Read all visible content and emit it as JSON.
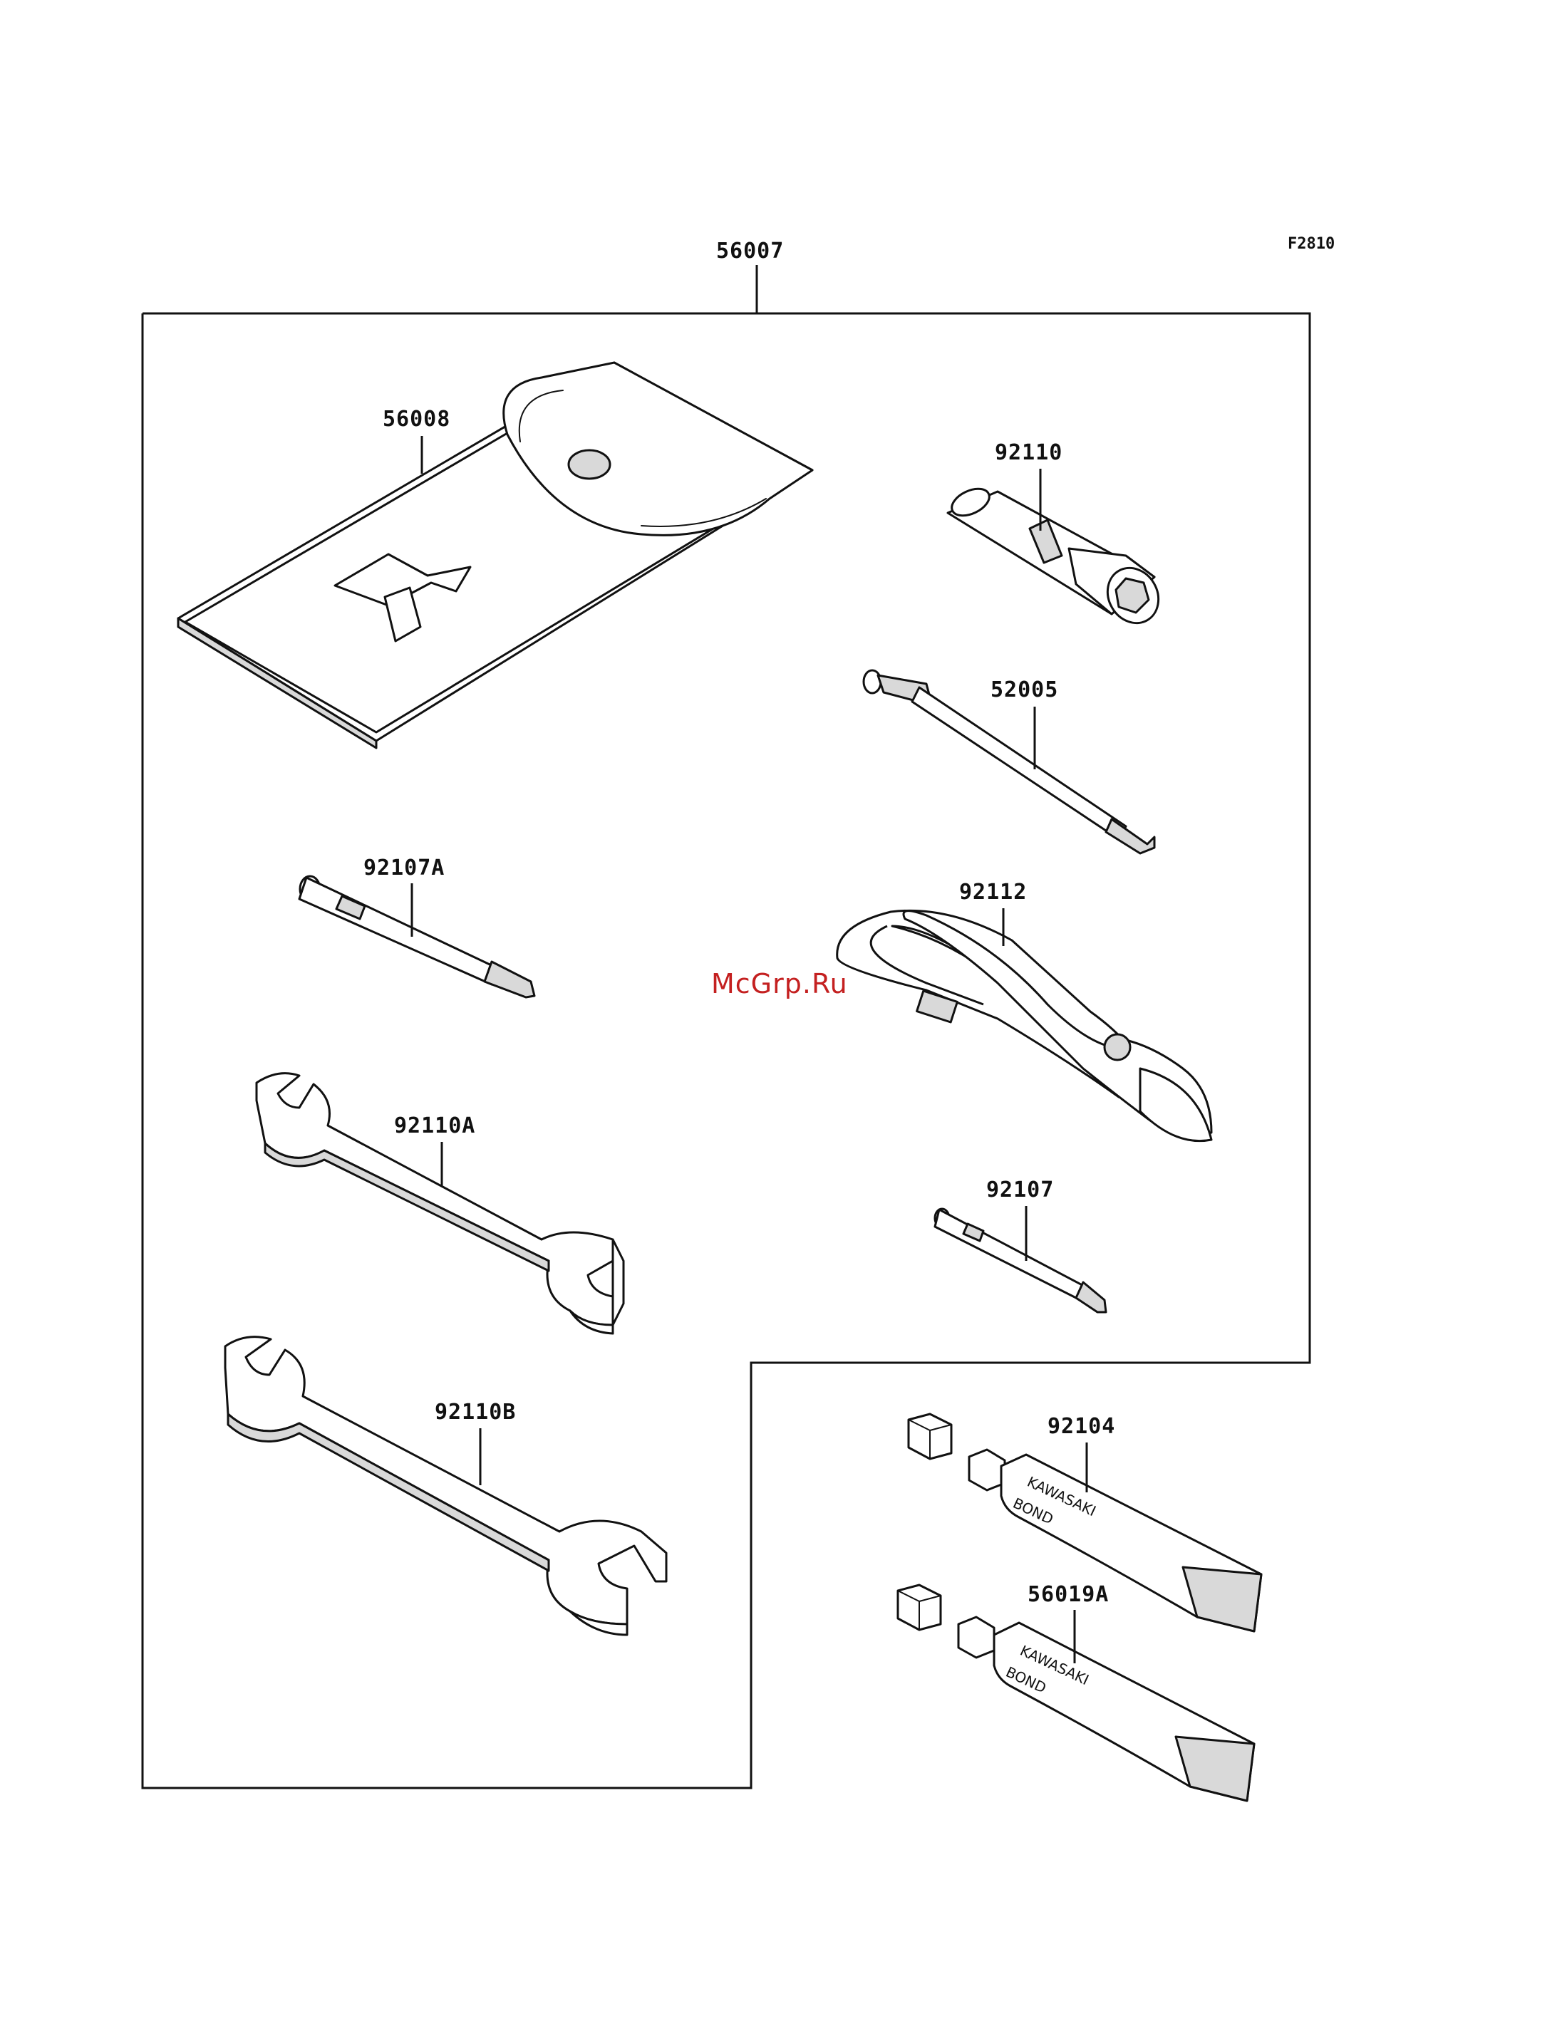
{
  "figure_code": "F2810",
  "watermark": "McGrp.Ru",
  "parts": [
    {
      "id": "kit",
      "number": "56007"
    },
    {
      "id": "case",
      "number": "56008"
    },
    {
      "id": "plug-wrench",
      "number": "92110"
    },
    {
      "id": "screwdriver-handle",
      "number": "52005"
    },
    {
      "id": "screwdriver-bit-a",
      "number": "92107A"
    },
    {
      "id": "pliers",
      "number": "92112"
    },
    {
      "id": "wrench-a",
      "number": "92110A"
    },
    {
      "id": "screwdriver-bit",
      "number": "92107"
    },
    {
      "id": "wrench-b",
      "number": "92110B"
    },
    {
      "id": "bond-tube",
      "number": "92104"
    },
    {
      "id": "bond-tube-a",
      "number": "56019A"
    }
  ],
  "case_logo_text": "K",
  "tube_text": {
    "line1": "KAWASAKI",
    "line2": "BOND"
  }
}
